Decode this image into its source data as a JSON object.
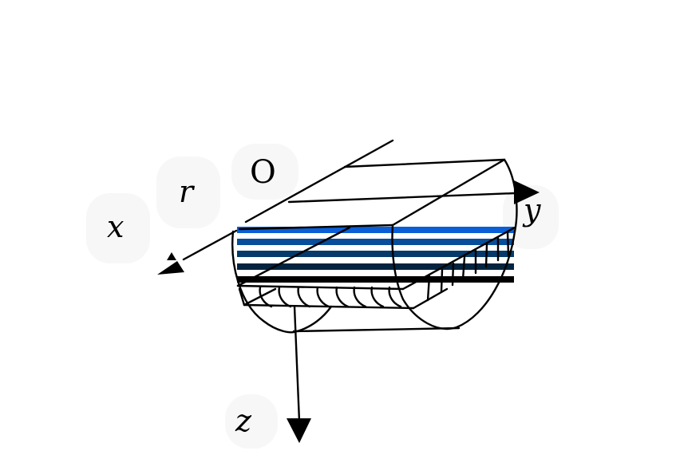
{
  "labels": {
    "origin": "O",
    "r_axis": "r",
    "x_axis": "x",
    "y_axis": "y",
    "z_axis": "z"
  },
  "layer_colors": [
    "#0b5fd6",
    "#084e9a",
    "#053a6a",
    "#02243e",
    "#000000"
  ],
  "colors": {
    "stroke": "#000000",
    "background": "#ffffff"
  }
}
